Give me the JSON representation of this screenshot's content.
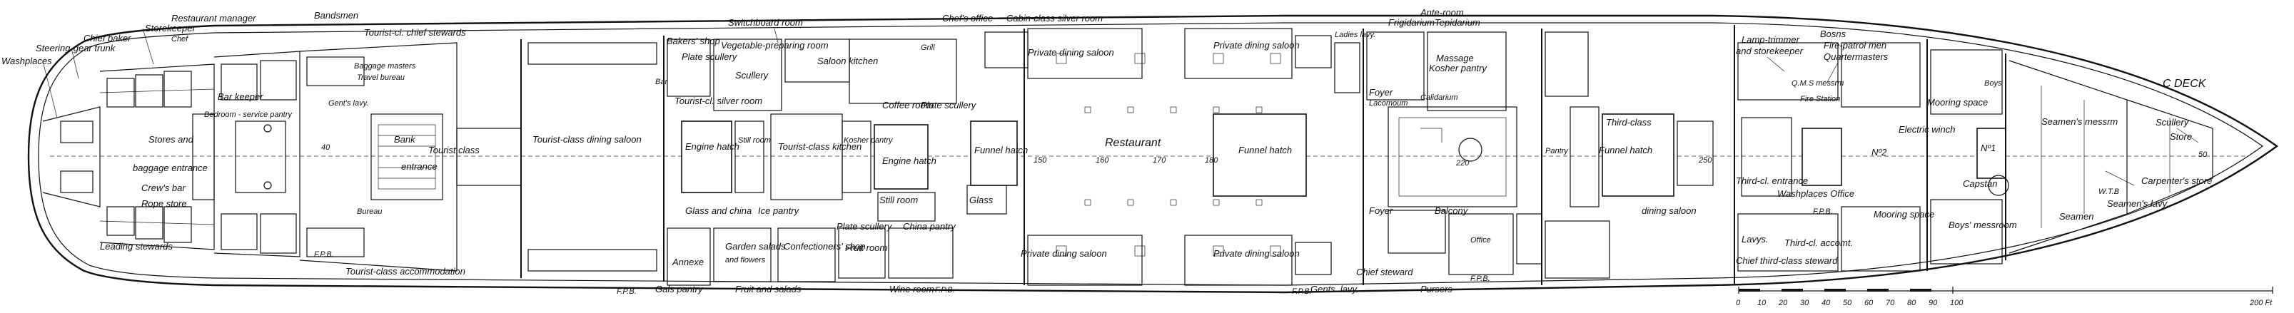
{
  "deck_label": "C DECK",
  "labels": {
    "restaurant_manager": "Restaurant manager",
    "storekeeper": "Storekeeper",
    "chef": "Chef",
    "chief_baker": "Chief baker",
    "steering_gear_trunk": "Steering-gear trunk",
    "washplaces": "Washplaces",
    "bar_keeper": "Bar keeper",
    "bedroom_service_pantry": "Bedroom - service pantry",
    "stores_and": "Stores and",
    "baggage_entrance": "baggage entrance",
    "crews_bar": "Crew's bar",
    "rope_store": "Rope store",
    "leading_stewards": "Leading stewards",
    "bandsmen": "Bandsmen",
    "tourist_cl_chief_stewards": "Tourist-cl. chief stewards",
    "baggage_masters": "Baggage masters",
    "travel_bureau": "Travel bureau",
    "gents_lavy": "Gent's lavy.",
    "bank": "Bank",
    "tourist_class": "Tourist class",
    "entrance": "entrance",
    "bureau": "Bureau",
    "tourist_class_dining": "Tourist-class dining saloon",
    "tourist_class_accommodation": "Tourist-class accommodation",
    "fpb": "F.P.B.",
    "bakers_shop": "Bakers' shop",
    "plate_scullery": "Plate scullery",
    "switchboard_room": "Switchboard room",
    "vegetable_preparing_room": "Vegetable-preparing room",
    "scullery": "Scullery",
    "saloon_kitchen": "Saloon kitchen",
    "grill": "Grill",
    "bar": "Bar",
    "tourist_cl_silver_room": "Tourist-cl. silver room",
    "engine_hatch": "Engine hatch",
    "still_room": "Still room",
    "tourist_class_kitchen": "Tourist-class kitchen",
    "kosher_pantry": "Kosher pantry",
    "coffee_room": "Coffee room",
    "funnel_hatch": "Funnel hatch",
    "glass": "Glass",
    "glass_and_china": "Glass and china",
    "ice_pantry": "Ice pantry",
    "plate_scullery_2": "Plate scullery",
    "china_pantry": "China pantry",
    "annexe": "Annexe",
    "garden_salads": "Garden salads",
    "and_flowers": "and flowers",
    "confectioners_shop": "Confectioners' shop",
    "fruit_room": "Fruit room",
    "wine_room": "Wine room",
    "gals_pantry": "Gals pantry",
    "fruit_and_salads": "Fruit and salads",
    "chefs_office": "Chef's office",
    "cabin_class_silver_room": "Cabin-class silver room",
    "private_dining_saloon": "Private dining saloon",
    "restaurant": "Restaurant",
    "ante_room": "Ante-room",
    "frigidarium": "Frigidarium",
    "tepidarium": "Tepidarium",
    "ladies_lavy": "Ladies lavy.",
    "massage": "Massage",
    "kosher_pantry_2": "Kosher pantry",
    "foyer": "Foyer",
    "lacomoum": "Lacomoum",
    "calidarium": "Calidarium",
    "balcony": "Balcony",
    "funnel_hatch_2": "Funnel hatch",
    "third_class": "Third-class",
    "dining_saloon": "dining saloon",
    "pantry": "Pantry",
    "chief_steward": "Chief steward",
    "gents_lavy_2": "Gents. lavy.",
    "pursers": "Pursers",
    "office": "Office",
    "lamp_trimmer": "Lamp-trimmer",
    "and_storekeeper": "and storekeeper",
    "bosns": "Bosns",
    "fire_patrol_men": "Fire-patrol men",
    "quartermasters": "Quartermasters",
    "qms_messrm": "Q.M.S messrm",
    "fire_station": "Fire Station",
    "no2": "Nº2",
    "no1": "Nº1",
    "mooring_space": "Mooring space",
    "electric_winch": "Electric winch",
    "seamens_messrm": "Seamen's messrm",
    "scullery_2": "Scullery",
    "store": "Store",
    "third_cl_entrance": "Third-cl. entrance",
    "washplaces_office": "Washplaces Office",
    "capstan": "Capstan",
    "wtb": "W.T.B",
    "carpenters_store": "Carpenter's store",
    "seamens_lavy": "Seamen's lavy.",
    "seamen": "Seamen",
    "boys_messroom": "Boys' messroom",
    "chief_third_class_steward": "Chief third-class steward",
    "lavys": "Lavys.",
    "third_cl_accomt": "Third-cl. accomt.",
    "boys": "Boys"
  },
  "frame_numbers": [
    "40",
    "150",
    "160",
    "170",
    "180",
    "220",
    "250",
    "50"
  ],
  "scale": {
    "ticks": [
      "0",
      "10",
      "20",
      "30",
      "40",
      "50",
      "60",
      "70",
      "80",
      "90",
      "100"
    ],
    "end": "200 Ft"
  }
}
